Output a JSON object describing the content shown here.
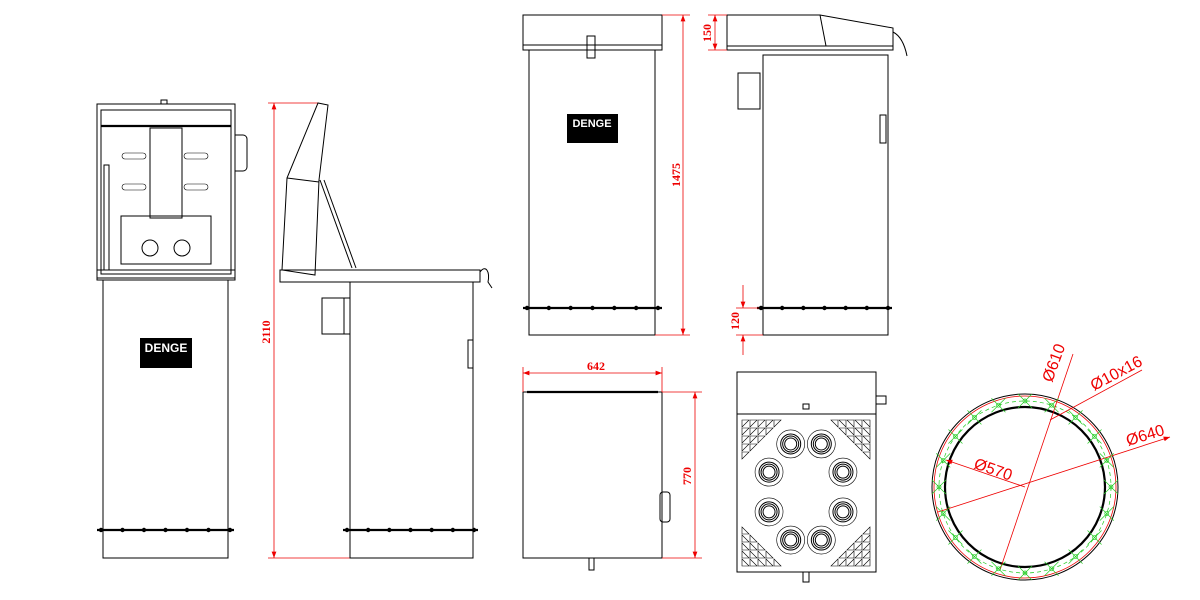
{
  "drawing": {
    "logo_text": "DENGE",
    "dimensions": {
      "total_height": "2110",
      "body_height": "1475",
      "lid_height": "150",
      "base_height": "120",
      "width": "642",
      "depth": "770",
      "bolt_circle": "Ø610",
      "hole_size": "Ø10x16",
      "outer_diameter": "Ø640",
      "inner_diameter": "Ø570"
    },
    "colors": {
      "outline": "#000000",
      "dimension": "#ee0000",
      "center_marks": "#22cc22"
    }
  }
}
